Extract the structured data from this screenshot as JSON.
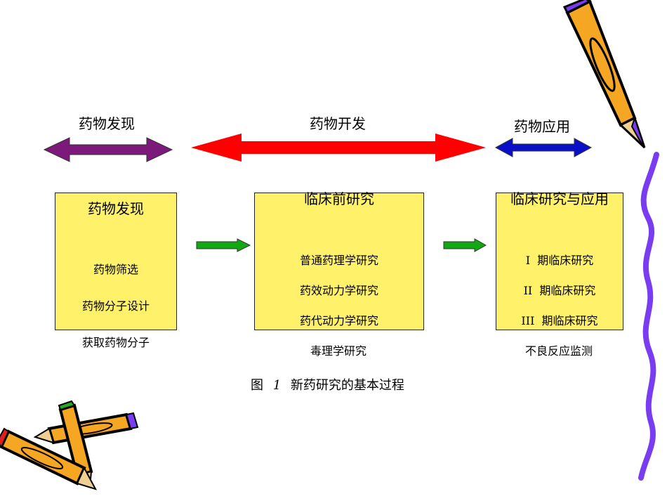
{
  "phases": {
    "discovery": "药物发现",
    "development": "药物开发",
    "application": "药物应用"
  },
  "boxes": {
    "discovery": {
      "title": "药物发现",
      "items": [
        "药物筛选",
        "药物分子设计"
      ],
      "below": "获取药物分子"
    },
    "preclinical": {
      "title": "临床前研究",
      "items": [
        "普通药理学研究",
        "药效动力学研究",
        "药代动力学研究"
      ],
      "below": "毒理学研究"
    },
    "clinical": {
      "title": "临床研究与应用",
      "items": [
        "I  期临床研究",
        "II  期临床研究",
        "III  期临床研究"
      ],
      "below": "不良反应监测"
    }
  },
  "caption": {
    "prefix": "图",
    "number": "1",
    "text": "新药研究的基本过程"
  },
  "colors": {
    "discovery_arrow": "#7B1A7B",
    "development_arrow": "#FF0000",
    "application_arrow": "#0A10C8",
    "flow_arrow": "#11A811",
    "box_fill": "#FFF16A",
    "squiggle": "#7A3CF0"
  }
}
